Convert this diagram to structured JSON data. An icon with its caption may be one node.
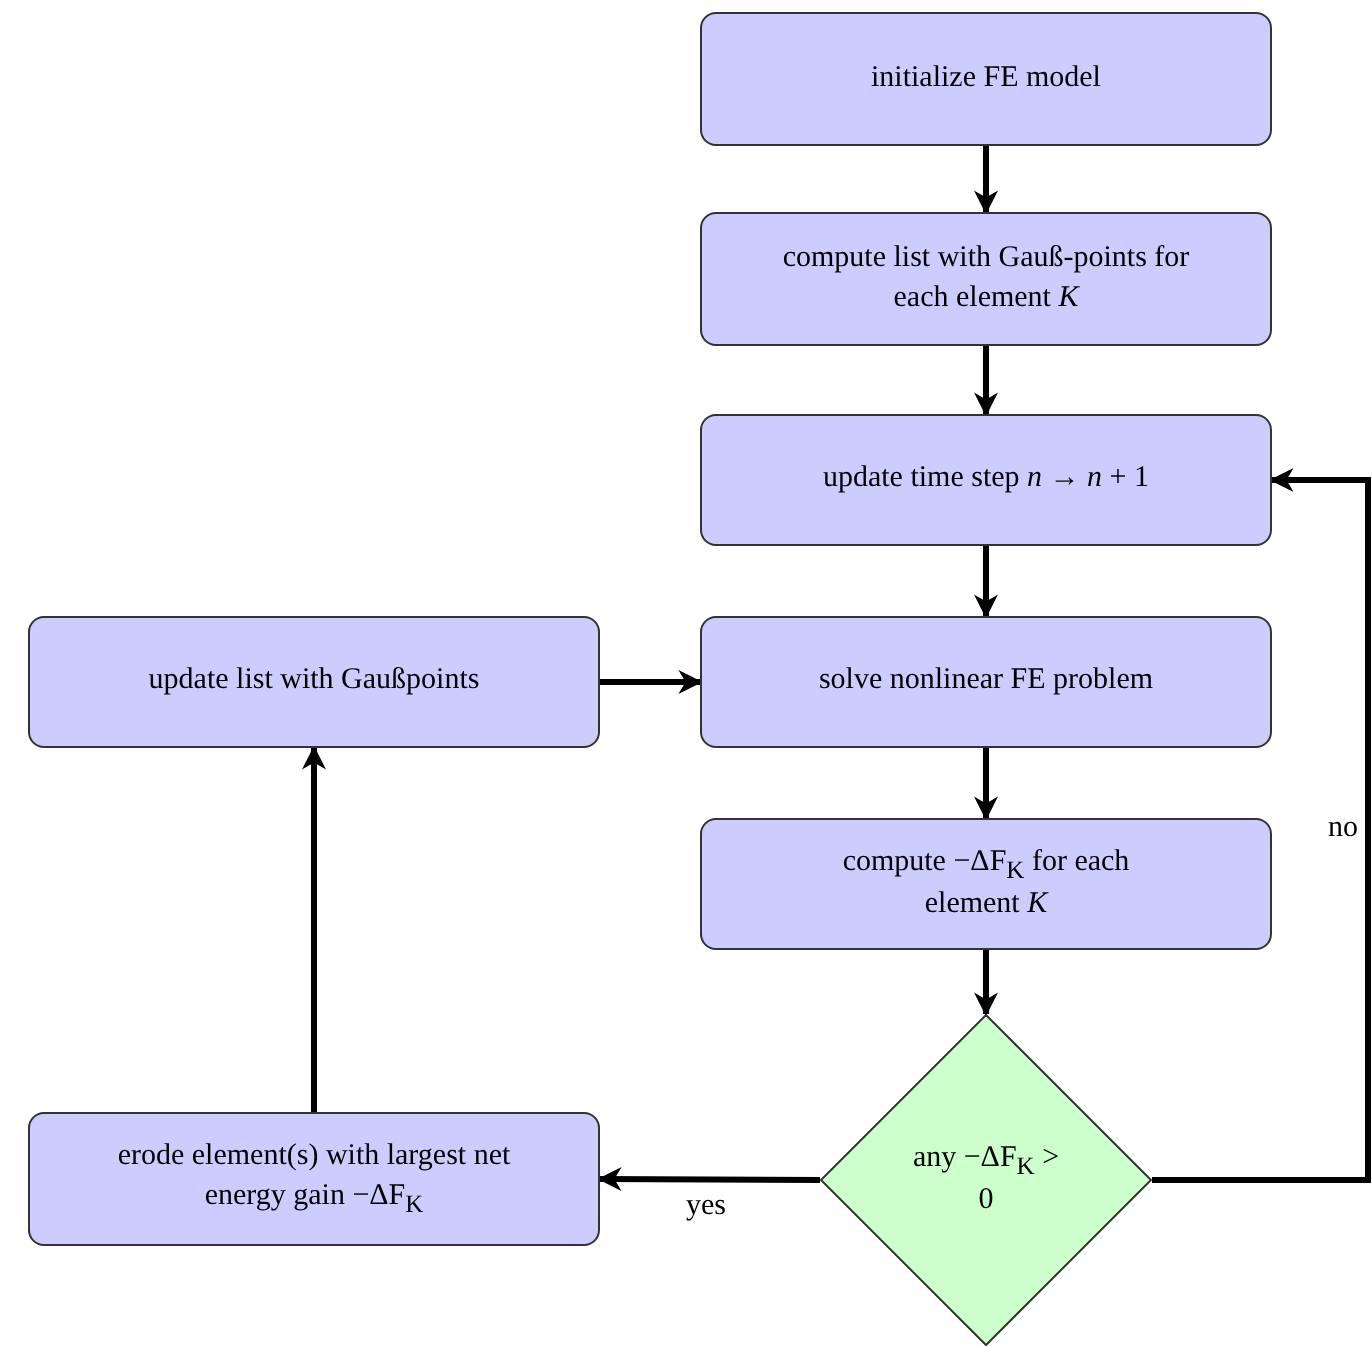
{
  "diagram": {
    "nodes": [
      {
        "text": [
          "initialize FE model"
        ]
      },
      {
        "text": [
          "compute list with Gauß-points for each element *K*"
        ]
      },
      {
        "text": [
          "update time step *n* → *n* + 1"
        ]
      },
      {
        "text": [
          "update list with Gaußpoints"
        ]
      },
      {
        "text": [
          "solve nonlinear FE problem"
        ]
      },
      {
        "text": [
          "compute −ΔF$_{K}$ for each element *K*"
        ]
      },
      {
        "text": [
          "any −ΔF$_{K}$ > 0"
        ]
      },
      {
        "text": [
          "erode element(s) with largest net energy gain −ΔF$_{K}$"
        ]
      }
    ],
    "edges": [
      {
        "from": 0,
        "to": 1,
        "arrow": "to"
      },
      {
        "from": 1,
        "to": 2,
        "arrow": "to"
      },
      {
        "from": 2,
        "to": 4,
        "arrow": "to"
      },
      {
        "from": 4,
        "to": 5,
        "arrow": "to"
      },
      {
        "from": 5,
        "to": 6,
        "arrow": "to"
      },
      {
        "from": 6,
        "to": 7,
        "arrow": "to",
        "label": "yes"
      },
      {
        "from": 7,
        "to": 3,
        "arrow": "to"
      },
      {
        "from": 3,
        "to": 4,
        "arrow": "to"
      },
      {
        "from": 6,
        "to": 2,
        "arrow": "to",
        "label": "no"
      }
    ]
  }
}
